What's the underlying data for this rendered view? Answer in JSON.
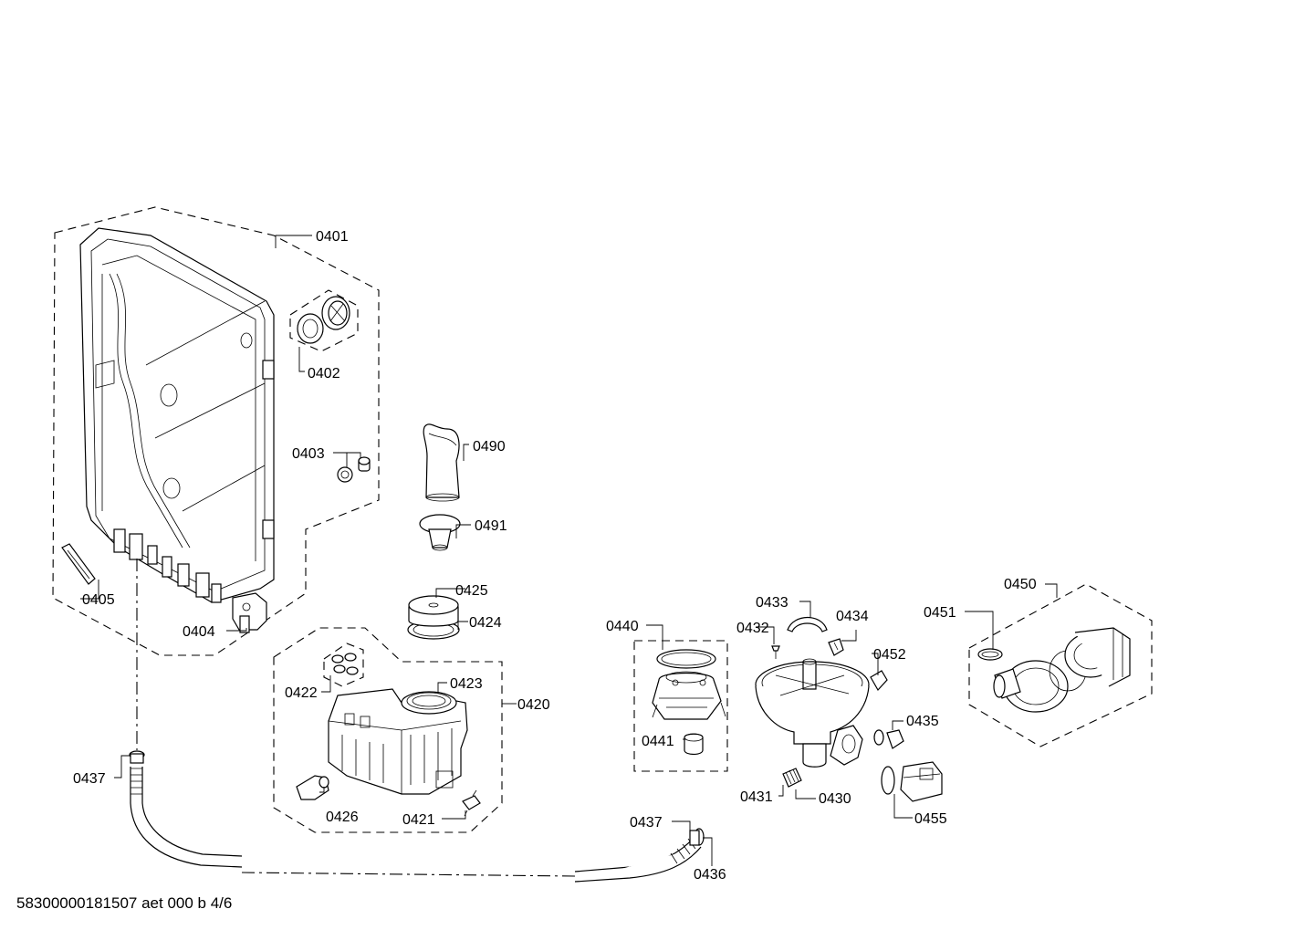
{
  "labels": {
    "p0401": "0401",
    "p0402": "0402",
    "p0403": "0403",
    "p0404": "0404",
    "p0405": "0405",
    "p0490": "0490",
    "p0491": "0491",
    "p0425": "0425",
    "p0424": "0424",
    "p0423": "0423",
    "p0422": "0422",
    "p0420": "0420",
    "p0426": "0426",
    "p0421": "0421",
    "p0437a": "0437",
    "p0437b": "0437",
    "p0436": "0436",
    "p0440": "0440",
    "p0441": "0441",
    "p0433": "0433",
    "p0434": "0434",
    "p0432": "0432",
    "p0452": "0452",
    "p0435": "0435",
    "p0431": "0431",
    "p0430": "0430",
    "p0455": "0455",
    "p0450": "0450",
    "p0451": "0451"
  },
  "footer": "58300000181507 aet 000 b 4/6"
}
